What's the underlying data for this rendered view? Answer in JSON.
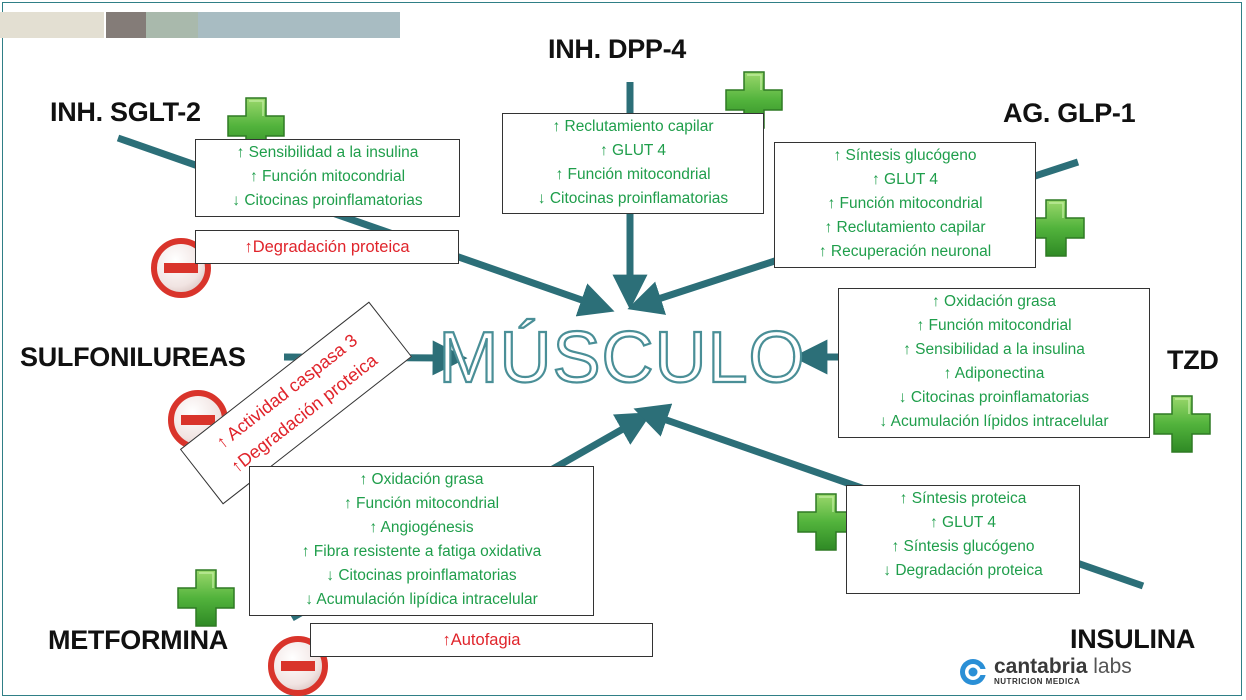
{
  "center_label": "MÚSCULO",
  "drugs": {
    "sglt2": "INH. SGLT-2",
    "dpp4": "INH. DPP-4",
    "glp1": "AG. GLP-1",
    "sulfonilureas": "SULFONILUREAS",
    "tzd": "TZD",
    "metformina": "METFORMINA",
    "insulina": "INSULINA"
  },
  "boxes": {
    "sglt2_effects": [
      "↑ Sensibilidad a la insulina",
      "↑ Función mitocondrial",
      "↓ Citocinas proinflamatorias"
    ],
    "sglt2_negative": "↑Degradación proteica",
    "dpp4_effects": [
      "↑ Reclutamiento capilar",
      "↑ GLUT 4",
      "↑ Función mitocondrial",
      "↓ Citocinas proinflamatorias"
    ],
    "glp1_effects": [
      "↑ Síntesis glucógeno",
      "↑ GLUT 4",
      "↑ Función mitocondrial",
      "↑ Reclutamiento capilar",
      "↑ Recuperación neuronal"
    ],
    "tzd_effects": [
      "↑ Oxidación grasa",
      "↑ Función mitocondrial",
      "↑ Sensibilidad a la insulina",
      "↑ Adiponectina",
      "↓ Citocinas proinflamatorias",
      "↓ Acumulación lípidos intracelular"
    ],
    "sulfonilureas_negative": [
      "↑ Actividad caspasa 3",
      "↑Degradación proteica"
    ],
    "metformina_effects": [
      "↑ Oxidación grasa",
      "↑ Función mitocondrial",
      "↑ Angiogénesis",
      "↑ Fibra resistente a fatiga oxidativa",
      "↓ Citocinas proinflamatorias",
      "↓ Acumulación lipídica intracelular"
    ],
    "metformina_negative": "↑Autofagia",
    "insulina_effects": [
      "↑ Síntesis proteica",
      "↑ GLUT 4",
      "↑ Síntesis glucógeno",
      "↓ Degradación proteica"
    ]
  },
  "logo": {
    "brand_main": "cantabria",
    "brand_suffix": "labs",
    "subtitle": "NUTRICION MEDICA"
  },
  "colors": {
    "arrow": "#2c6f78",
    "positive_text": "#1f9e4b",
    "negative_text": "#e0242b",
    "plus_green": "#4cae3a",
    "minus_red": "#d9342b"
  }
}
